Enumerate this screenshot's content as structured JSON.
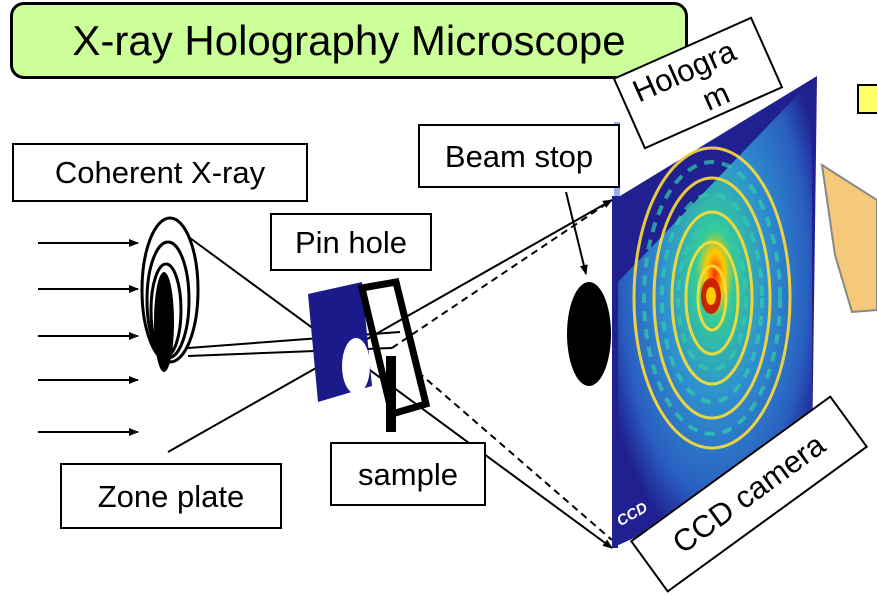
{
  "title": "X-ray Holography Microscope",
  "labels": {
    "coherent_xray": "Coherent X-ray",
    "pin_hole": "Pin hole",
    "beam_stop": "Beam stop",
    "hologram_line1": "Hologra",
    "hologram_line2": "m",
    "zone_plate": "Zone plate",
    "sample": "sample",
    "ccd_camera": "CCD camera",
    "ccd_tag": "CCD"
  },
  "colors": {
    "title_bg": "#ccff99",
    "detector_bg": "#202090",
    "pinhole_plate": "#1a1a8a",
    "callout": "#f5c87a",
    "accent_square": "#ffff66"
  }
}
